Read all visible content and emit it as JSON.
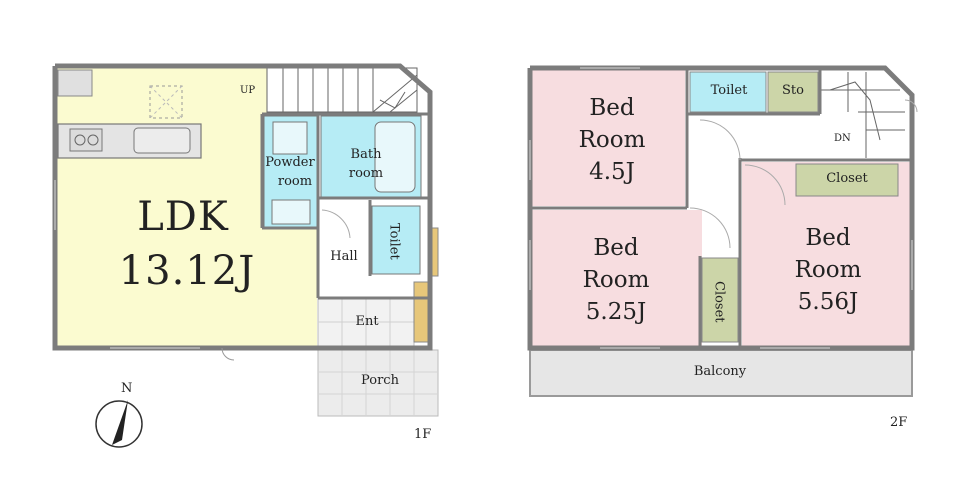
{
  "floor1": {
    "ldk_name": "LDK",
    "ldk_size": "13.12J",
    "up": "UP",
    "powder_room_1": "Powder",
    "powder_room_2": "room",
    "bath_room_1": "Bath",
    "bath_room_2": "room",
    "toilet": "Toilet",
    "hall": "Hall",
    "ent": "Ent",
    "porch": "Porch",
    "floor_label": "1F"
  },
  "floor2": {
    "bed1_1": "Bed",
    "bed1_2": "Room",
    "bed1_size": "4.5J",
    "bed2_1": "Bed",
    "bed2_2": "Room",
    "bed2_size": "5.25J",
    "bed3_1": "Bed",
    "bed3_2": "Room",
    "bed3_size": "5.56J",
    "toilet": "Toilet",
    "storage": "Sto",
    "dn": "DN",
    "closet_top": "Closet",
    "closet_mid": "Closet",
    "balcony": "Balcony",
    "floor_label": "2F"
  },
  "compass": {
    "north": "N"
  },
  "colors": {
    "ldk": "#fbfbd0",
    "bedroom": "#f7dde0",
    "wet_area": "#b6ecf5",
    "closet": "#ccd5a8",
    "wall": "#7c7c7c",
    "entrance_wood": "#e7c77a"
  }
}
